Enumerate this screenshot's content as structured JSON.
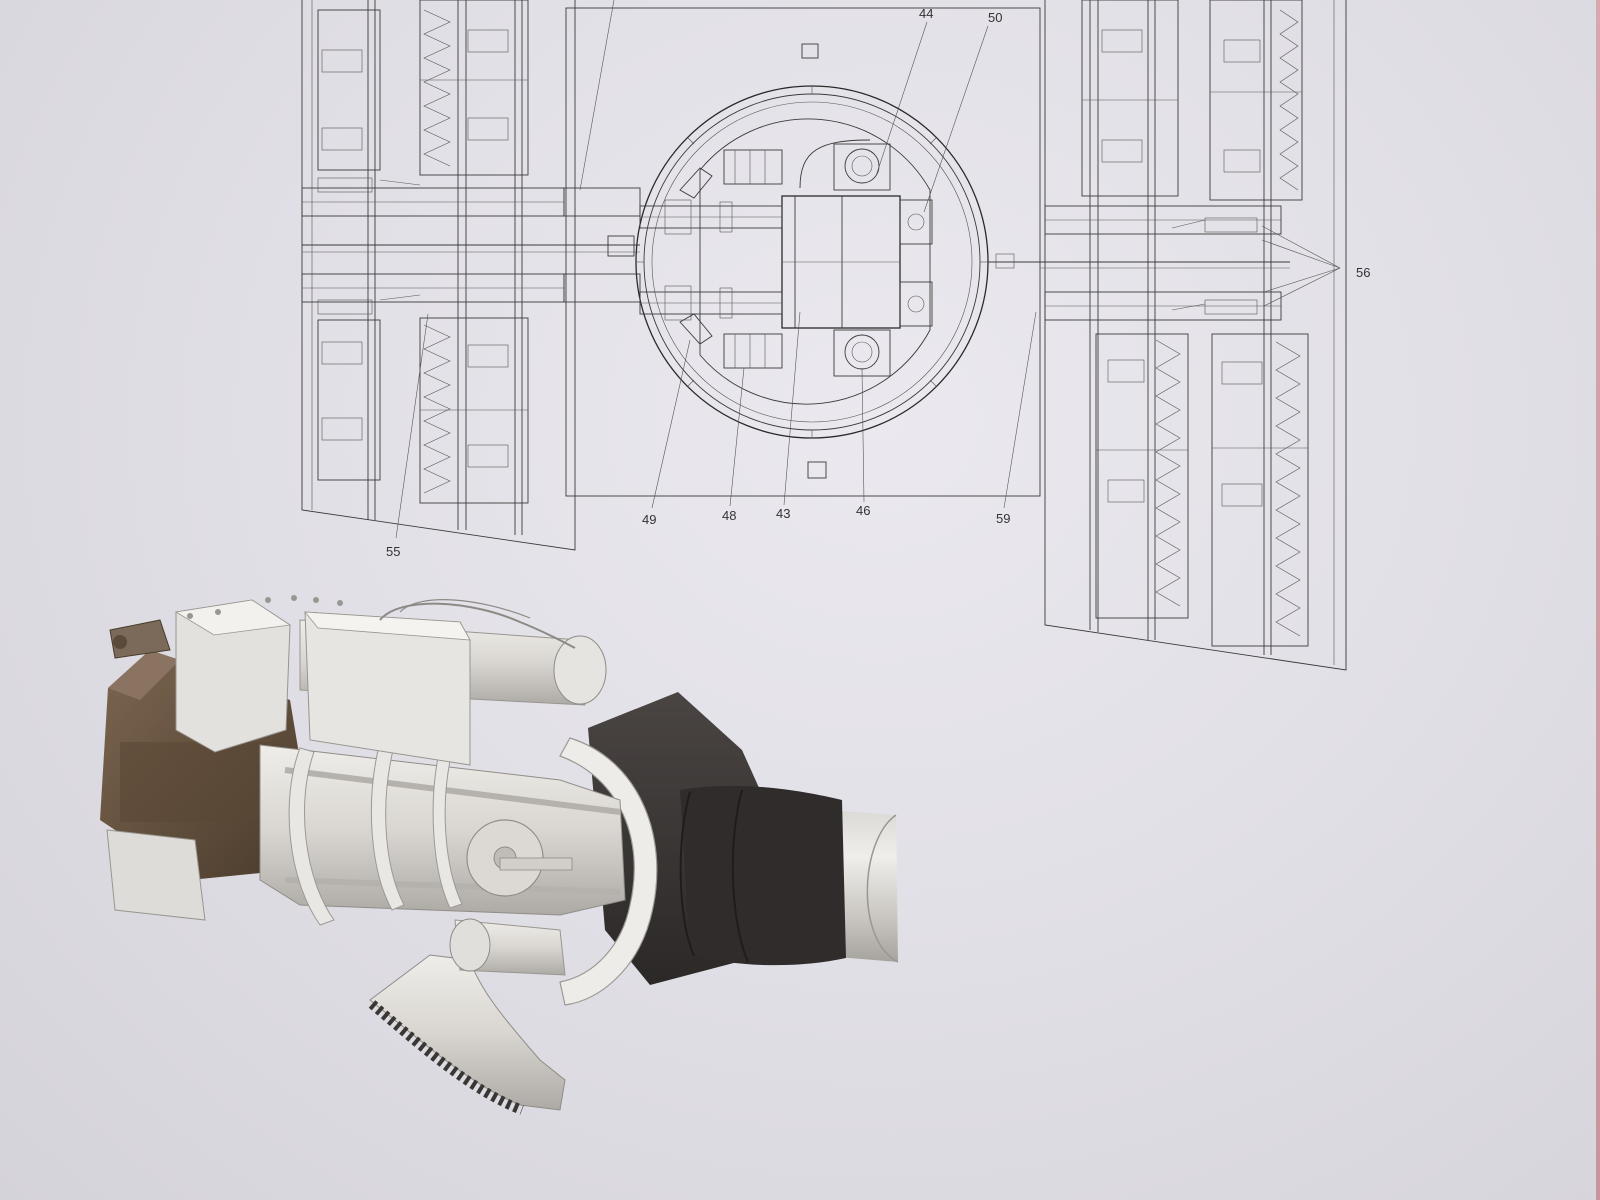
{
  "drawing": {
    "callouts": [
      {
        "id": "c44",
        "text": "44"
      },
      {
        "id": "c50",
        "text": "50"
      },
      {
        "id": "c56",
        "text": "56"
      },
      {
        "id": "c49",
        "text": "49"
      },
      {
        "id": "c48",
        "text": "48"
      },
      {
        "id": "c43",
        "text": "43"
      },
      {
        "id": "c46",
        "text": "46"
      },
      {
        "id": "c59",
        "text": "59"
      },
      {
        "id": "c55",
        "text": "55"
      }
    ]
  },
  "render": {
    "colors": {
      "paper": "#e6e4ea",
      "metal_light": "#e4e2de",
      "metal_mid": "#c9c6c1",
      "metal_shadow": "#a9a6a1",
      "cradle_bronze": "#6b5641",
      "cradle_bronze_dark": "#4a3b2c",
      "mantlet_dark": "#3a3634",
      "barrel_light": "#e2e0dc"
    },
    "icons": [
      "gun-turret-plan-drawing",
      "gun-breech-3d-render"
    ]
  }
}
